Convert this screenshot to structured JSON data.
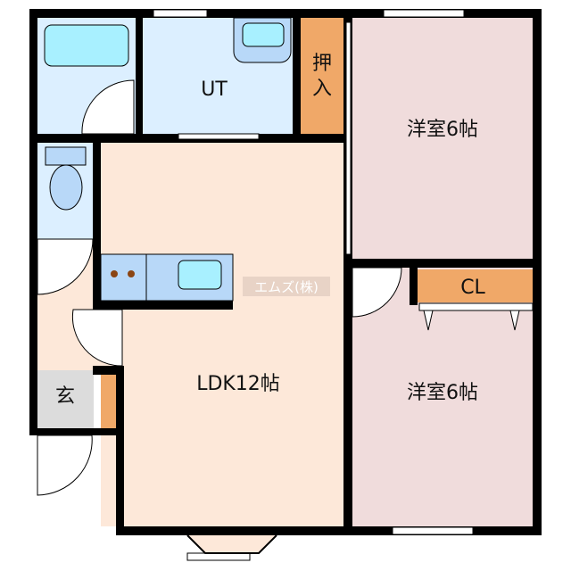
{
  "rooms": {
    "ut": "UT",
    "oshiire": "押入",
    "oshiire_line1": "押",
    "oshiire_line2": "入",
    "bedroom_north": "洋室6帖",
    "closet": "CL",
    "ldk": "LDK12帖",
    "bedroom_south": "洋室6帖",
    "entrance": "玄"
  },
  "watermark": "エムズ(株)",
  "colors": {
    "wall": "#000000",
    "wet_area": "#dcefff",
    "fixture": "#a8f0ff",
    "fixture_blue": "#b8d8f8",
    "storage": "#f0a868",
    "bedroom": "#f0dcdc",
    "ldk": "#fde8d9",
    "entrance": "#dcdcdc",
    "stove_burner": "#8b4513"
  }
}
